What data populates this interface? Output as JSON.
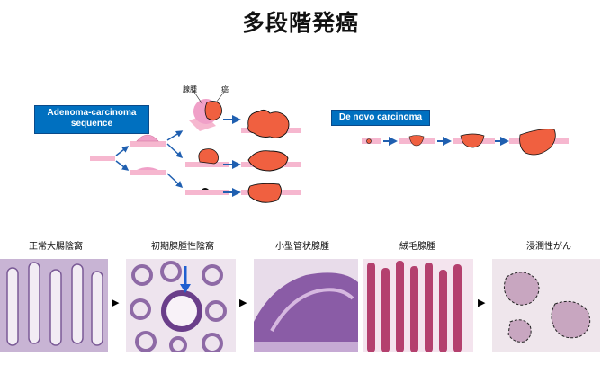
{
  "title": "多段階発癌",
  "left_pathway": {
    "label": "Adenoma-carcinoma sequence",
    "annotation_adenoma": "腺腫",
    "annotation_cancer": "癌"
  },
  "right_pathway": {
    "label": "De novo carcinoma"
  },
  "stages": [
    {
      "label": "正常大腸陰窩"
    },
    {
      "label": "初期腺腫性陰窩"
    },
    {
      "label": "小型管状腺腫"
    },
    {
      "label": "絨毛腺腫"
    },
    {
      "label": "浸潤性がん"
    }
  ],
  "colors": {
    "tumor": "#f06040",
    "adenoma": "#f0a0c8",
    "mucosa": "#f6b7cf",
    "arrow_blue": "#1f5fb0",
    "badge_blue": "#0070c0"
  }
}
